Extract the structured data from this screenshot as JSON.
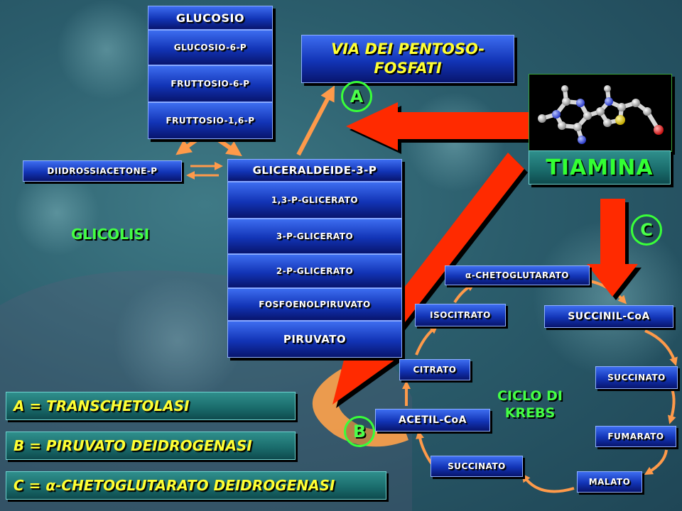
{
  "glycolysis": {
    "steps_top": [
      "GLUCOSIO",
      "GLUCOSIO-6-P",
      "FRUTTOSIO-6-P",
      "FRUTTOSIO-1,6-P"
    ],
    "diidrossiacetone": "DIIDROSSIACETONE-P",
    "steps_bottom": [
      "GLICERALDEIDE-3-P",
      "1,3-P-GLICERATO",
      "3-P-GLICERATO",
      "2-P-GLICERATO",
      "FOSFOENOLPIRUVATO",
      "PIRUVATO"
    ],
    "label": "GLICOLISI"
  },
  "pentose": {
    "line1": "VIA DEI PENTOSO-",
    "line2": "FOSFATI"
  },
  "thiamine": {
    "label": "TIAMINA"
  },
  "krebs": {
    "label_line1": "CICLO DI",
    "label_line2": "KREBS",
    "alpha_ketoglutarate": "α-CHETOGLUTARATO",
    "succinyl_coa": "SUCCINIL-CoA",
    "isocitrate": "ISOCITRATO",
    "citrate": "CITRATO",
    "acetyl_coa": "ACETIL-CoA",
    "succinate_right": "SUCCINATO",
    "fumarate": "FUMARATO",
    "malate": "MALATO",
    "succinate_bottom": "SUCCINATO"
  },
  "markers": {
    "a": "A",
    "b": "B",
    "c": "C"
  },
  "legend": [
    "A = TRANSCHETOLASI",
    "B = PIRUVATO DEIDROGENASI",
    "C = α-CHETOGLUTARATO DEIDROGENASI"
  ],
  "colors": {
    "box_blue": "#1234b6",
    "arrow_orange": "#ff9a4a",
    "arrow_red": "#ff2a00",
    "label_green": "#44ff44",
    "legend_yellow": "#ffff33",
    "legend_teal": "#196a6a"
  }
}
